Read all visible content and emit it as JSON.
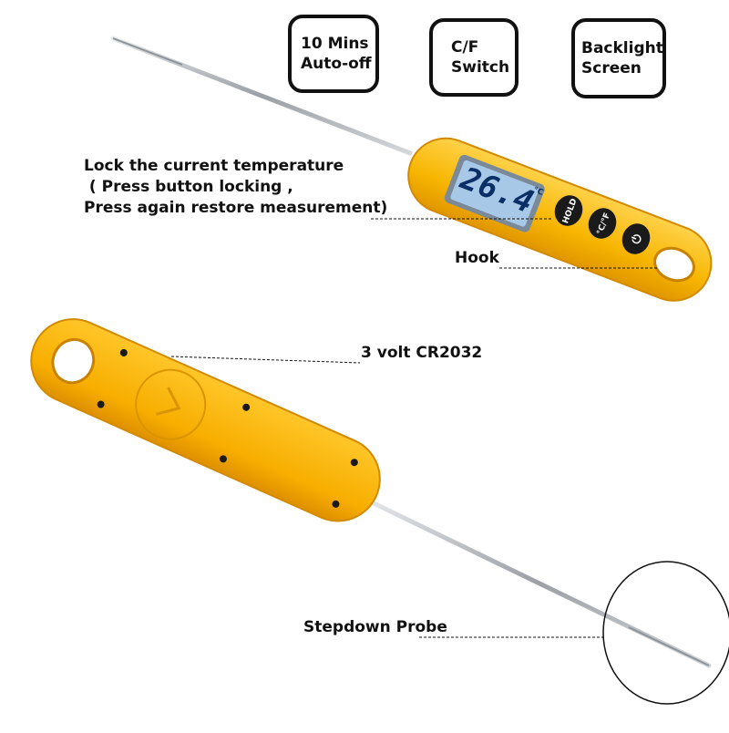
{
  "badges": {
    "auto_off": {
      "line1": "10 Mins",
      "line2": "Auto-off"
    },
    "cf_switch": {
      "line1": "C/F",
      "line2": "Switch"
    },
    "backlight": {
      "line1": "Backlight",
      "line2": "Screen"
    }
  },
  "callouts": {
    "lock": {
      "line1": "Lock the current temperature",
      "line2": " ( Press button locking ,",
      "line3": "Press again restore measurement)"
    },
    "hook": "Hook",
    "battery": "3 volt CR2032",
    "probe": "Stepdown Probe"
  },
  "display": {
    "reading": "26.4",
    "unit": "°C"
  },
  "buttons": {
    "hold": "HOLD",
    "cf": "°C/°F",
    "power": "⏻"
  },
  "colors": {
    "body_yellow": "#f7b500",
    "body_shadow": "#e59a00",
    "lcd": "#a8c8e8",
    "probe_steel": "#b8bcc0"
  }
}
